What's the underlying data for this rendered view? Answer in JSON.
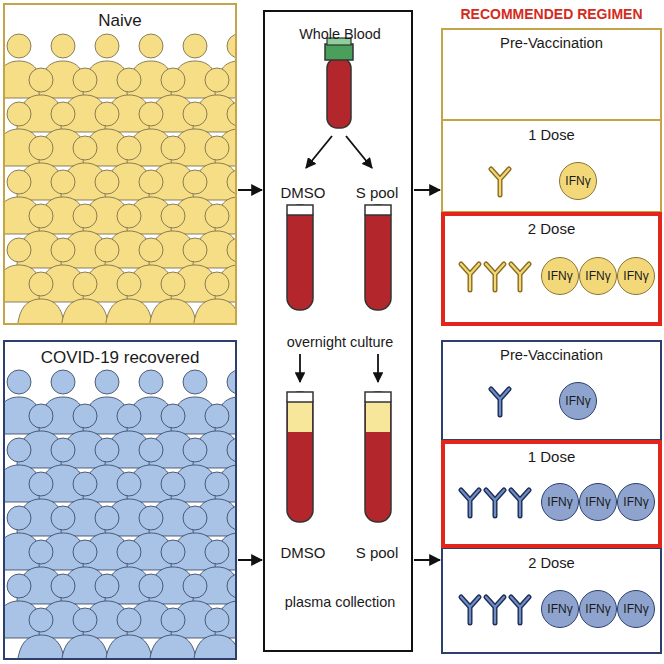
{
  "diagram": {
    "nodes": [
      {
        "text": [
          "Naive"
        ]
      },
      {
        "text": [
          "COVID-19 recovered"
        ]
      },
      {
        "text": [
          "Whole Blood",
          "DMSO",
          "S pool",
          "overnight culture",
          "DMSO",
          "S pool",
          "plasma collection"
        ]
      },
      {
        "text": []
      },
      {
        "text": [
          "Pre-Vaccination"
        ],
        "in": 3
      },
      {
        "text": [
          "1 Dose"
        ],
        "in": 3
      },
      {
        "text": [
          "IFNγ"
        ],
        "in": 5
      },
      {
        "text": [
          "2 Dose"
        ],
        "in": 3
      },
      {
        "text": [
          "IFNγ"
        ],
        "in": 7
      },
      {
        "text": [
          "IFNγ"
        ],
        "in": 7
      },
      {
        "text": [
          "IFNγ"
        ],
        "in": 7
      },
      {
        "text": []
      },
      {
        "text": [
          "Pre-Vaccination"
        ],
        "in": 11
      },
      {
        "text": [
          "IFNγ"
        ],
        "in": 12
      },
      {
        "text": [
          "1 Dose"
        ],
        "in": 11
      },
      {
        "text": [
          "IFNγ"
        ],
        "in": 14
      },
      {
        "text": [
          "IFNγ"
        ],
        "in": 14
      },
      {
        "text": [
          "IFNγ"
        ],
        "in": 14
      },
      {
        "text": [
          "2 Dose"
        ],
        "in": 11
      },
      {
        "text": [
          "IFNγ"
        ],
        "in": 18
      },
      {
        "text": [
          "IFNγ"
        ],
        "in": 18
      },
      {
        "text": [
          "IFNγ"
        ],
        "in": 18
      }
    ],
    "edges": [
      {
        "from": 0,
        "to": 2,
        "arrow": "to"
      },
      {
        "from": 1,
        "to": 2,
        "arrow": "to"
      },
      {
        "from": 2,
        "to": 3,
        "arrow": "to"
      },
      {
        "from": 2,
        "to": 11,
        "arrow": "to"
      }
    ],
    "labels": [
      "RECOMMENDED REGIMEN"
    ]
  }
}
